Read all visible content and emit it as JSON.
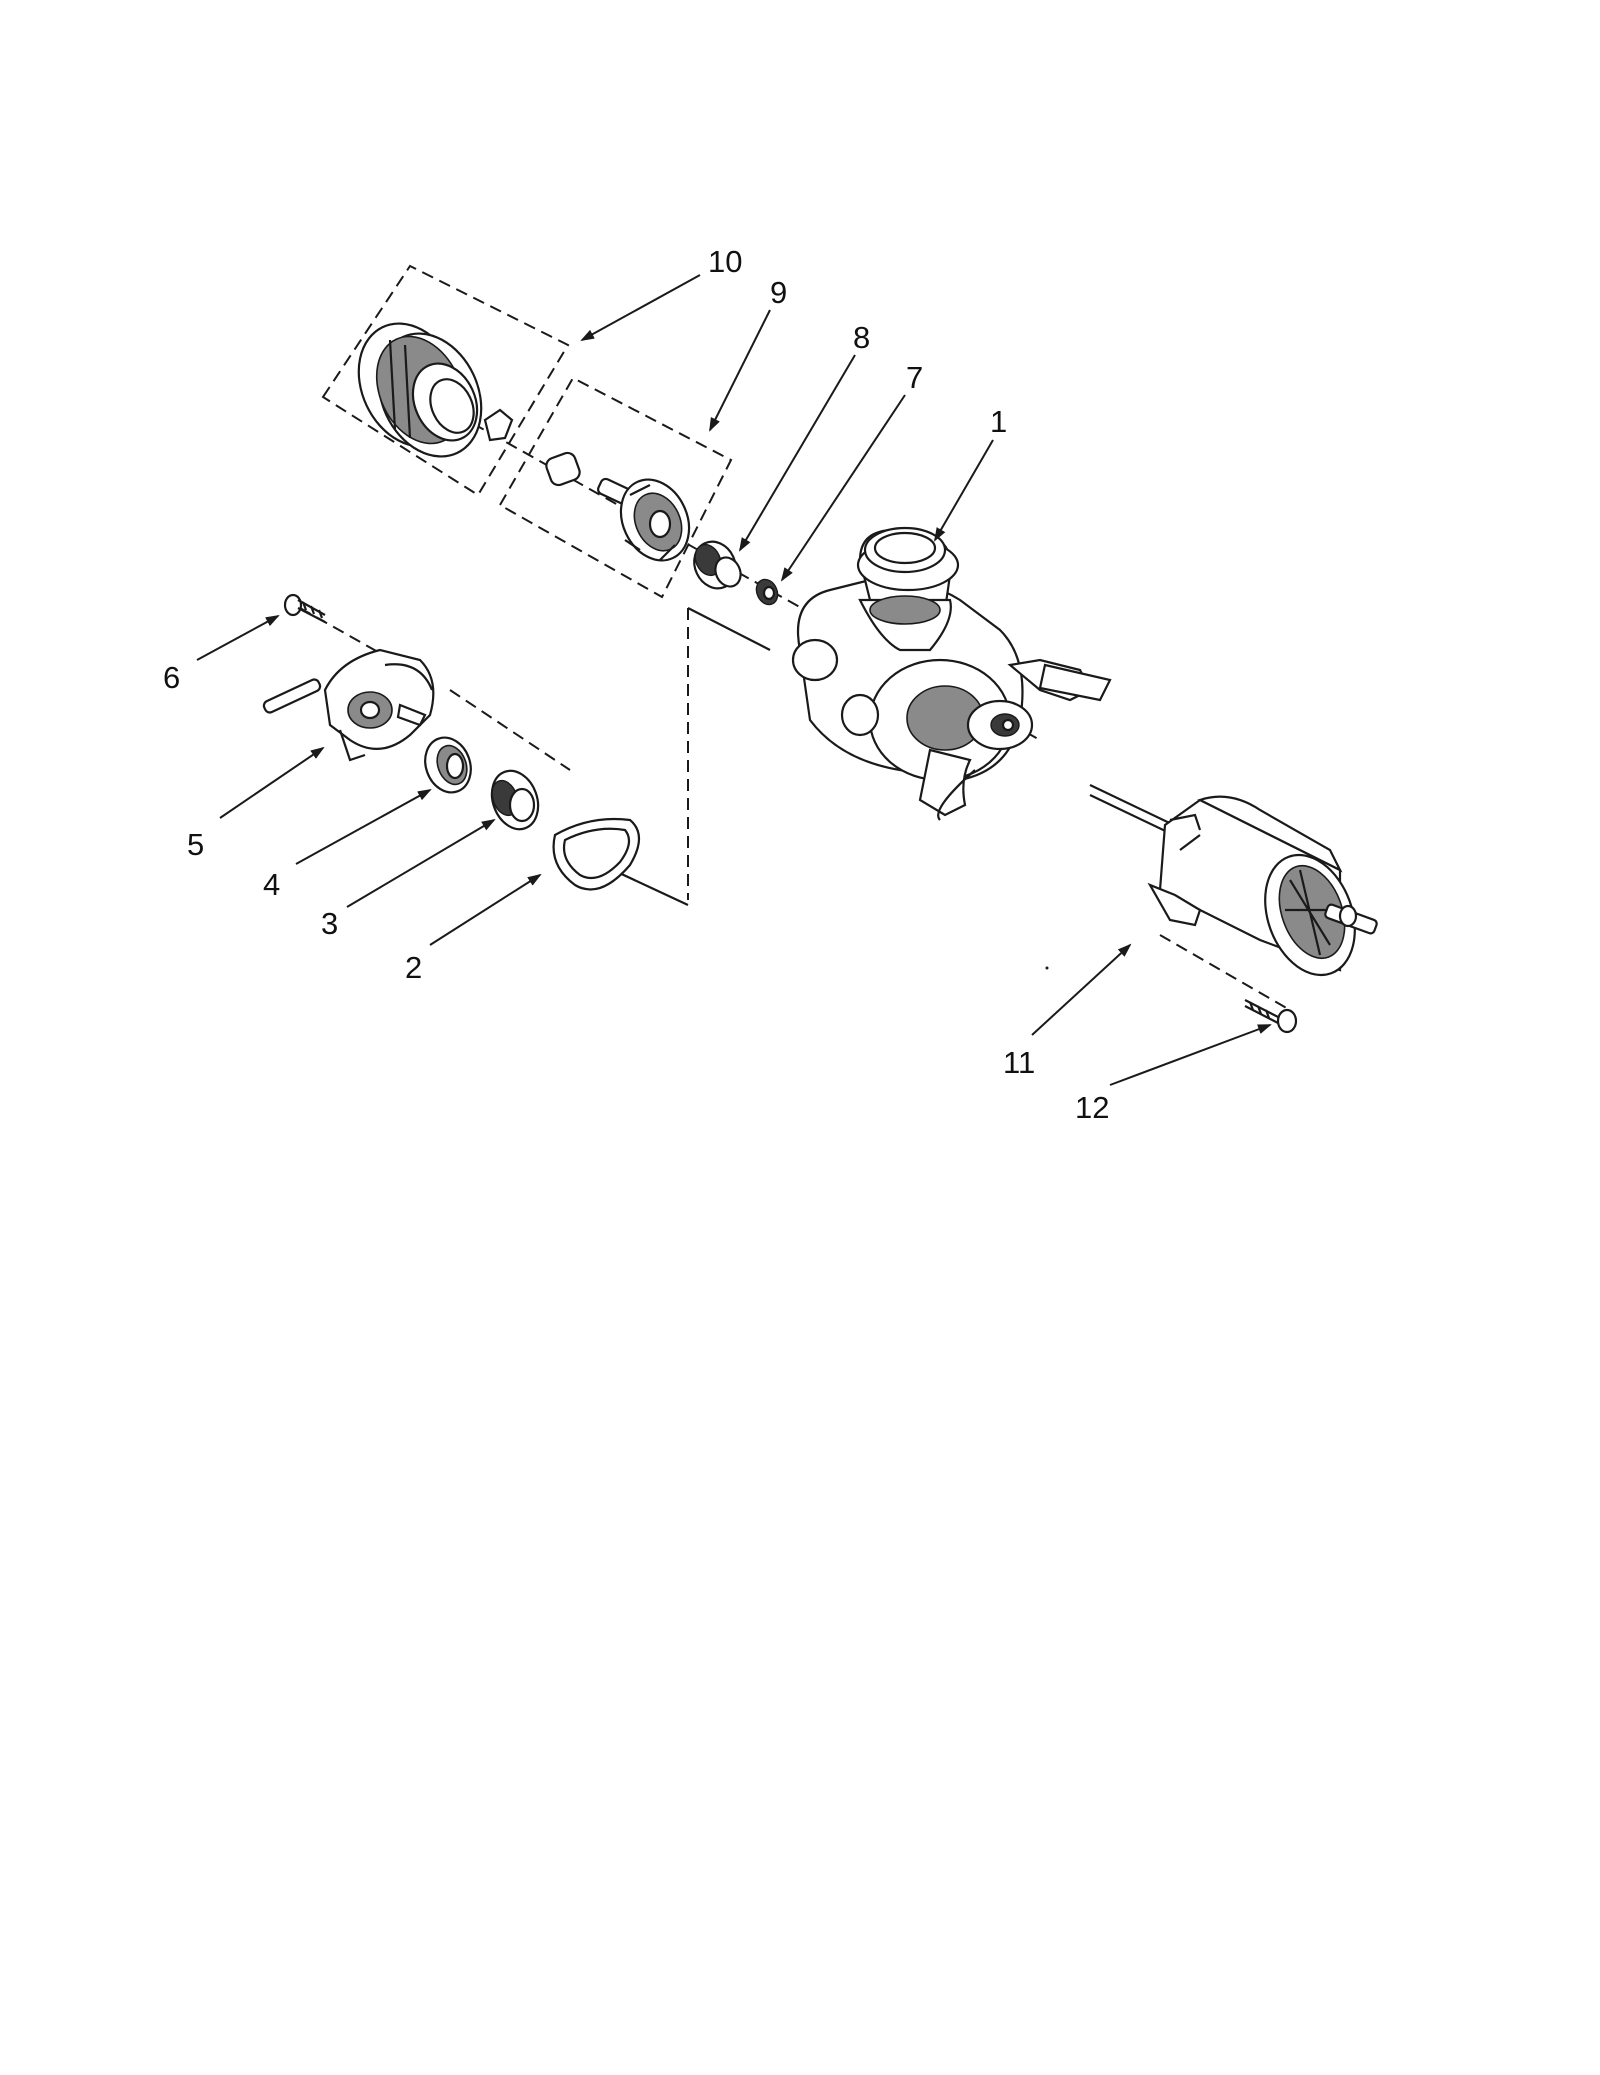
{
  "callouts": [
    {
      "id": "1",
      "text": "1"
    },
    {
      "id": "2",
      "text": "2"
    },
    {
      "id": "3",
      "text": "3"
    },
    {
      "id": "4",
      "text": "4"
    },
    {
      "id": "5",
      "text": "5"
    },
    {
      "id": "6",
      "text": "6"
    },
    {
      "id": "7",
      "text": "7"
    },
    {
      "id": "8",
      "text": "8"
    },
    {
      "id": "9",
      "text": "9"
    },
    {
      "id": "10",
      "text": "10"
    },
    {
      "id": "11",
      "text": "11"
    },
    {
      "id": "12",
      "text": "12"
    }
  ],
  "colors": {
    "line": "#1a1a1a",
    "background": "#ffffff",
    "shade": "#8a8a8a"
  }
}
